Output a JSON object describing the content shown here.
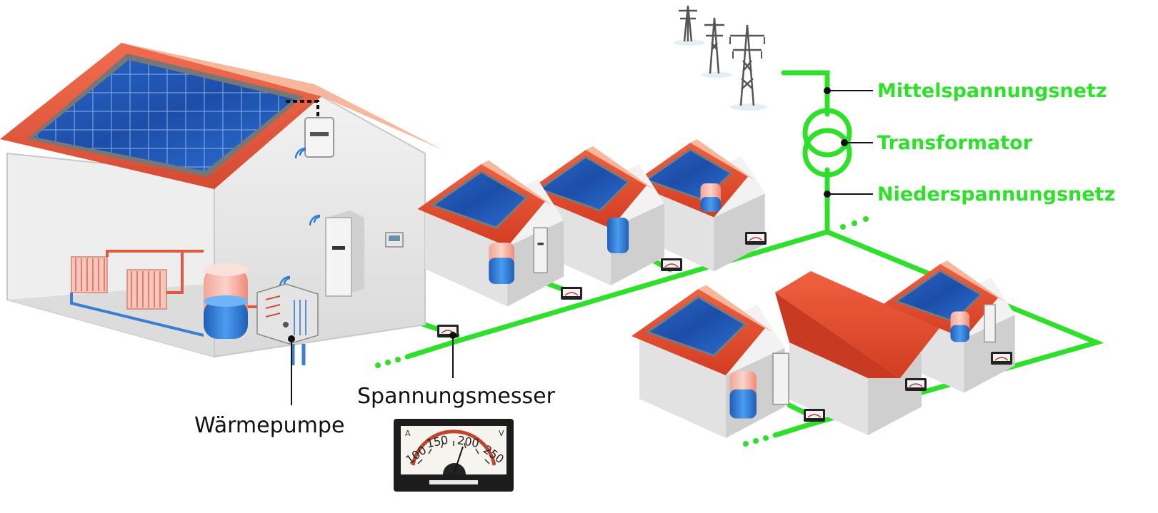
{
  "labels": {
    "medium_voltage_grid": "Mittelspannungsnetz",
    "transformer": "Transformator",
    "low_voltage_grid": "Niederspannungsnetz",
    "voltmeter": "Spannungsmesser",
    "heat_pump": "Wärmepumpe"
  },
  "gauge": {
    "unit_left": "A",
    "unit_right": "V",
    "scale": [
      "100",
      "150",
      "200",
      "250"
    ]
  },
  "colors": {
    "grid_line": "#2fe02a",
    "roof": "#e2462a",
    "solar_panel": "#1f55b8",
    "wall": "#e6e6e6",
    "water": "#2f7fd6",
    "hot_water": "#f06a55"
  },
  "icons": [
    "power-pylon-icon",
    "transformer-icon",
    "solar-panel-icon",
    "inverter-icon",
    "battery-storage-icon",
    "water-tank-icon",
    "radiator-icon",
    "heat-pump-icon",
    "voltmeter-icon",
    "wifi-icon"
  ]
}
